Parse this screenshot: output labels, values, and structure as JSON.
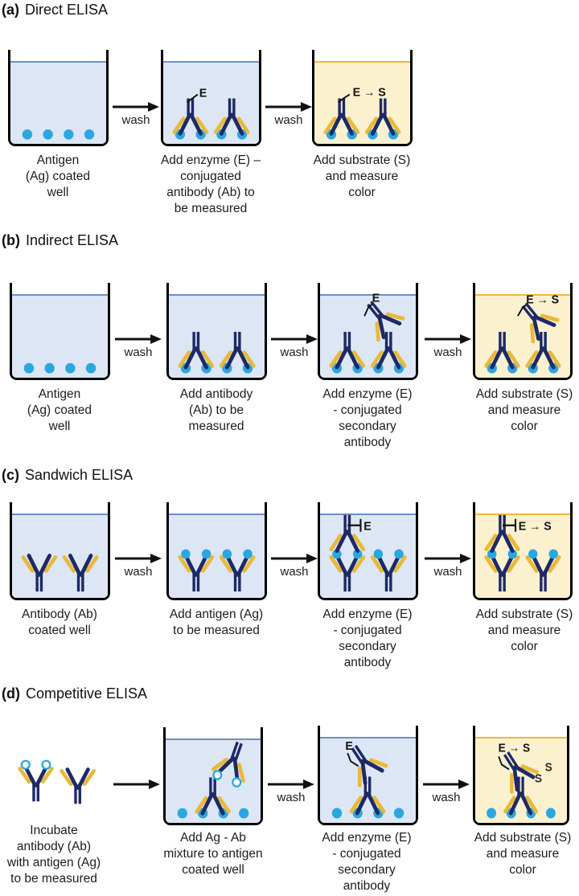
{
  "figure": {
    "colors": {
      "antibody_navy": "#1d2a66",
      "antibody_gold": "#e9b93b",
      "antigen_cyan": "#2aa7e0",
      "liquid_blue": "#dde6f4",
      "liquid_blue_line": "#6d8ec9",
      "substrate_yellow": "#fbf1cf",
      "substrate_yellow_line": "#f0b73c",
      "outline": "#000000"
    },
    "rows": [
      {
        "tag": "(a)",
        "name": "Direct ELISA",
        "captions": [
          "Antigen\n(Ag) coated\nwell",
          "Add enzyme (E) –\nconjugated\nantibody (Ab) to\nbe measured",
          "Add substrate (S)\nand measure\ncolor"
        ],
        "arrows": [
          "wash",
          "wash"
        ],
        "tags": {
          "enzyme": "E",
          "reaction": "E → S"
        }
      },
      {
        "tag": "(b)",
        "name": "Indirect ELISA",
        "captions": [
          "Antigen\n(Ag) coated\nwell",
          "Add antibody\n(Ab) to be\nmeasured",
          "Add enzyme (E)\n- conjugated\nsecondary\nantibody",
          "Add substrate (S)\nand measure\ncolor"
        ],
        "arrows": [
          "wash",
          "wash",
          "wash"
        ],
        "tags": {
          "enzyme": "E",
          "reaction": "E → S"
        }
      },
      {
        "tag": "(c)",
        "name": "Sandwich ELISA",
        "captions": [
          "Antibody (Ab)\ncoated well",
          "Add antigen (Ag)\nto be measured",
          "Add enzyme (E)\n- conjugated\nsecondary\nantibody",
          "Add substrate (S)\nand measure\ncolor"
        ],
        "arrows": [
          "wash",
          "wash",
          "wash"
        ],
        "tags": {
          "enzyme": "E",
          "reaction": "E → S"
        }
      },
      {
        "tag": "(d)",
        "name": "Competitive ELISA",
        "captions": [
          "Incubate\nantibody (Ab)\nwith antigen (Ag)\nto be measured",
          "Add Ag - Ab\nmixture to antigen\ncoated well",
          "Add enzyme (E)\n- conjugated\nsecondary\nantibody",
          "Add substrate (S)\nand measure\ncolor"
        ],
        "arrows": [
          "",
          "wash",
          "wash"
        ],
        "tags": {
          "enzyme": "E",
          "reaction": "E → S",
          "substrate": "S"
        }
      }
    ]
  }
}
